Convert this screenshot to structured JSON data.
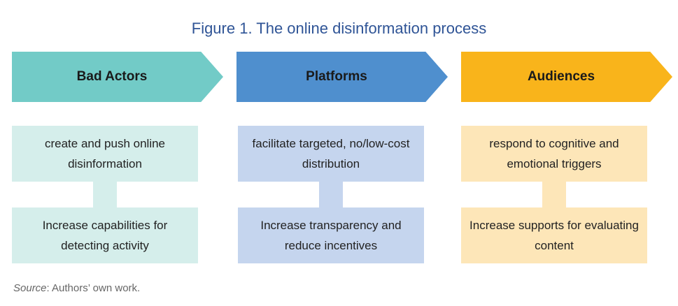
{
  "title": "Figure 1. The online disinformation process",
  "columns": [
    {
      "header": "Bad Actors",
      "action": "create and push online disinformation",
      "response": "Increase capabilities for detecting activity",
      "header_color": "#72cbc7",
      "box_color": "#d5eeeb"
    },
    {
      "header": "Platforms",
      "action": "facilitate targeted, no/low-cost distribution",
      "response": "Increase transparency and reduce incentives",
      "header_color": "#4f8fce",
      "box_color": "#c5d5ee"
    },
    {
      "header": "Audiences",
      "action": "respond to cognitive and emotional triggers",
      "response": "Increase supports for evaluating content",
      "header_color": "#f9b41b",
      "box_color": "#fde6b8"
    }
  ],
  "source": {
    "label": "Source",
    "text": ":   Authors’ own work."
  }
}
